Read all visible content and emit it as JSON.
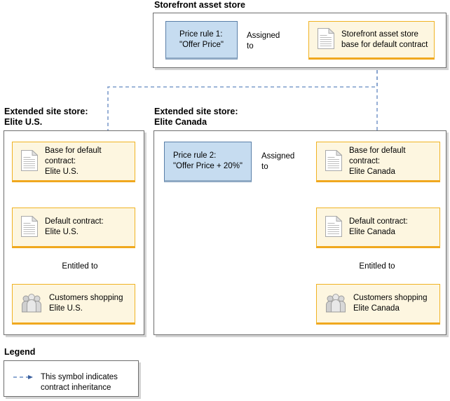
{
  "diagram": {
    "title_storefront": "Storefront asset store",
    "title_us": "Extended site store:\nElite U.S.",
    "title_canada": "Extended site store:\nElite Canada",
    "legend_title": "Legend",
    "legend_text": "This symbol indicates\ncontract inheritance"
  },
  "nodes": {
    "price_rule_1": "Price rule 1:\n\"Offer Price\"",
    "price_rule_2": "Price rule 2:\n\"Offer Price + 20%\"",
    "storefront_base": "Storefront asset store\nbase for default contract",
    "us_base": "Base for default\ncontract:\nElite U.S.",
    "us_default": "Default contract:\nElite U.S.",
    "us_customers": "Customers shopping\nElite U.S.",
    "ca_base": "Base for default\ncontract:\nElite Canada",
    "ca_default": "Default contract:\nElite Canada",
    "ca_customers": "Customers shopping\nElite Canada"
  },
  "edges": {
    "assigned_to_1": "Assigned\nto",
    "assigned_to_2": "Assigned\nto",
    "entitled_to_us": "Entitled to",
    "entitled_to_ca": "Entitled to"
  },
  "colors": {
    "doc_fill": "#fdf6e0",
    "doc_border": "#f0b323",
    "rule_fill": "#c6dcf0",
    "rule_border": "#5a7fa8",
    "inherit_arrow": "#4a6fa8",
    "solid_arrow": "#6e6e6e",
    "container_border": "#6e6e6e"
  }
}
